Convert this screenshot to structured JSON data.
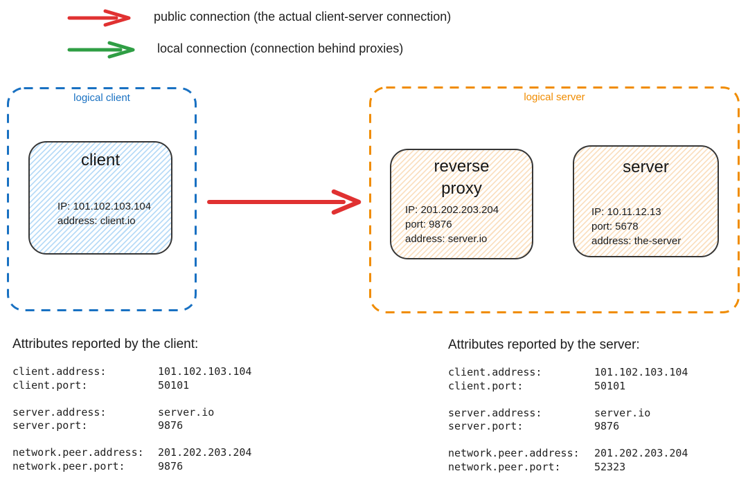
{
  "legend": {
    "items": [
      {
        "name": "public-connection",
        "label": "public connection (the actual client-server connection)",
        "color": "#e03131"
      },
      {
        "name": "local-connection",
        "label": "local connection (connection behind proxies)",
        "color": "#2f9e44"
      }
    ]
  },
  "groups": {
    "client": {
      "label": "logical client",
      "accent_color": "#1971c2",
      "node": {
        "title": "client",
        "lines": [
          "IP: 101.102.103.104",
          "address: client.io"
        ]
      }
    },
    "server": {
      "label": "logical server",
      "accent_color": "#f08c00",
      "nodes": [
        {
          "title": "reverse proxy",
          "lines": [
            "IP: 201.202.203.204",
            "port: 9876",
            "address: server.io"
          ]
        },
        {
          "title": "server",
          "lines": [
            "IP: 10.11.12.13",
            "port: 5678",
            "address: the-server"
          ]
        }
      ]
    }
  },
  "connection_arrow": {
    "type": "public connection",
    "color": "#e03131"
  },
  "reports": [
    {
      "heading": "Attributes reported by the client:",
      "rows": [
        {
          "key": "client.address:",
          "value": "101.102.103.104"
        },
        {
          "key": "client.port:",
          "value": "50101"
        },
        {
          "key": "server.address:",
          "value": "server.io"
        },
        {
          "key": "server.port:",
          "value": "9876"
        },
        {
          "key": "network.peer.address:",
          "value": "201.202.203.204"
        },
        {
          "key": "network.peer.port:",
          "value": "9876"
        }
      ]
    },
    {
      "heading": "Attributes reported by the server:",
      "rows": [
        {
          "key": "client.address:",
          "value": "101.102.103.104"
        },
        {
          "key": "client.port:",
          "value": "50101"
        },
        {
          "key": "server.address:",
          "value": "server.io"
        },
        {
          "key": "server.port:",
          "value": "9876"
        },
        {
          "key": "network.peer.address:",
          "value": "201.202.203.204"
        },
        {
          "key": "network.peer.port:",
          "value": "52323"
        }
      ]
    }
  ]
}
